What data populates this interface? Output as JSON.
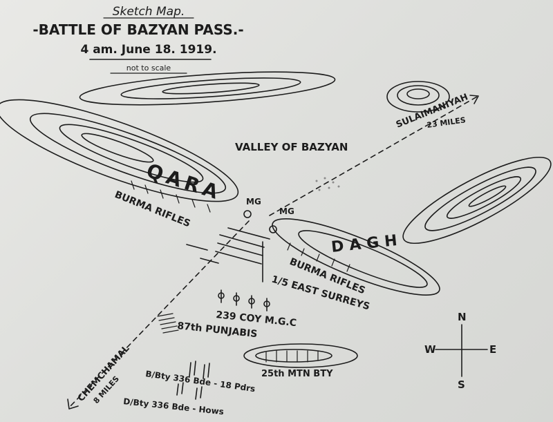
{
  "title": {
    "kind": "Sketch Map.",
    "main": "-BATTLE OF BAZYAN PASS.-",
    "time": "4 am. June 18. 1919.",
    "scale_note": "not to scale"
  },
  "terrain": {
    "qara": "QARA",
    "dagh": "DAGH",
    "valley": "VALLEY OF BAZYAN"
  },
  "routes": {
    "sulaimaniyah": "SULAIMANIYAH",
    "sulaimaniyah_distance": "23 MILES",
    "chemchamal": "CHEMCHAMAL",
    "chemchamal_distance": "8 MILES"
  },
  "units": {
    "burma_rifles_north": "BURMA RIFLES",
    "burma_rifles_south": "BURMA RIFLES",
    "east_surreys": "1/5 EAST SURREYS",
    "mgc": "239 COY M.G.C",
    "punjabis": "87th PUNJABIS",
    "mtn_bty": "25th MTN BTY",
    "b_bty": "B/Bty 336 Bde - 18 Pdrs",
    "d_bty": "D/Bty 336 Bde - Hows",
    "mg_west": "MG",
    "mg_east": "MG"
  },
  "compass": {
    "n": "N",
    "s": "S",
    "e": "E",
    "w": "W"
  },
  "colors": {
    "paper": "#e3e4e1",
    "ink": "#1c1c1c",
    "border": "#2a2a2a"
  }
}
